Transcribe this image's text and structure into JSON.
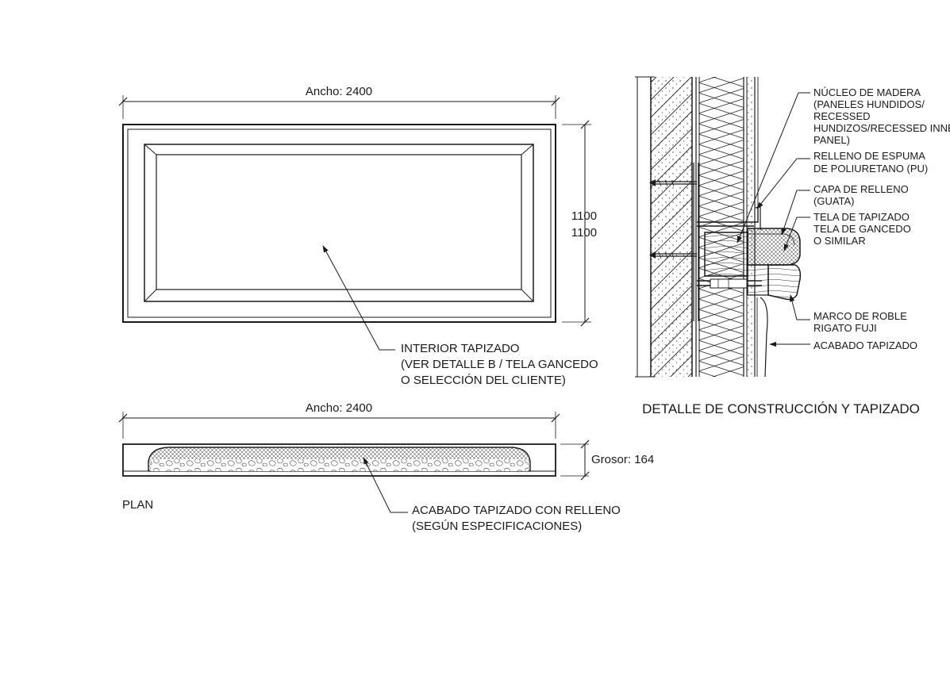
{
  "front_view": {
    "width_label": "Ancho: 2400",
    "height_labels": [
      "1100",
      "1100"
    ],
    "callout_lines": [
      "INTERIOR TAPIZADO",
      "(VER DETALLE B / TELA GANCEDO",
      "O SELECCIÓN DEL CLIENTE)"
    ]
  },
  "plan_view": {
    "width_label": "Ancho: 2400",
    "thickness_label": "Grosor: 164",
    "view_label": "PLAN",
    "callout_lines": [
      "ACABADO TAPIZADO CON RELLENO",
      "(SEGÚN ESPECIFICACIONES)"
    ]
  },
  "detail": {
    "title": "DETALLE DE CONSTRUCCIÓN Y TAPIZADO",
    "notes": {
      "wood_core": [
        "NÚCLEO DE MADERA",
        "(PANELES HUNDIDOS/",
        "RECESSED",
        "HUNDIZOS/RECESSED INNER",
        "PANEL)"
      ],
      "pu_foam": [
        "RELLENO DE ESPUMA",
        "DE POLIURETANO (PU)"
      ],
      "padding": [
        "CAPA DE RELLENO",
        "(GUATA)"
      ],
      "fabric": [
        "TELA DE TAPIZADO",
        "TELA DE GANCEDO",
        "O SIMILAR"
      ],
      "frame": [
        "MARCO DE ROBLE",
        "RIGATO FUJI"
      ],
      "finish": [
        "ACABADO TAPIZADO"
      ]
    }
  }
}
